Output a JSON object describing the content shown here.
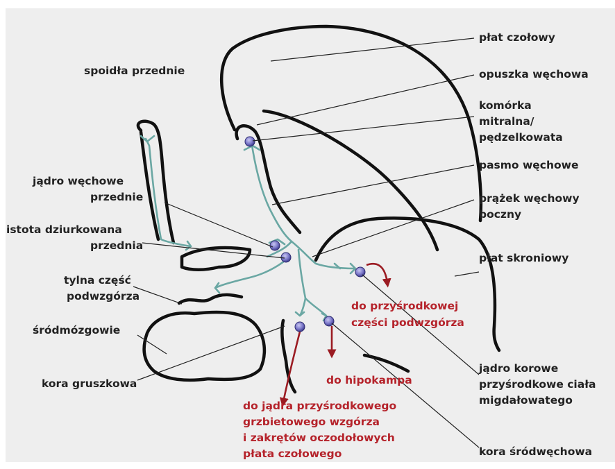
{
  "labels": {
    "spoidla": "spoidła przednie",
    "plat_czolowy": "płat czołowy",
    "opuszka": "opuszka węchowa",
    "komorka_1": "komórka",
    "komorka_2": "mitralna/",
    "komorka_3": "pędzelkowata",
    "pasmo": "pasmo węchowe",
    "jadro_wech_1": "jądro węchowe",
    "jadro_wech_2": "przednie",
    "prazek_1": "prążek węchowy",
    "prazek_2": "boczny",
    "istota_1": "istota dziurkowana",
    "istota_2": "przednia",
    "plat_skroniowy": "płat skroniowy",
    "tylna_1": "tylna część",
    "tylna_2": "podwzgórza",
    "srodmozgowie": "śródmózgowie",
    "kora_gruszkowa": "kora gruszkowa",
    "jadro_korowe_1": "jądro korowe",
    "jadro_korowe_2": "przyśrodkowe ciała",
    "jadro_korowe_3": "migdałowatego",
    "kora_srodwechowa": "kora śródwęchowa"
  },
  "targets": {
    "podwzgorze_1": "do przyśrodkowej",
    "podwzgorze_2": "części podwzgórza",
    "hipokamp": "do hipokampa",
    "wzgorze_1": "do jądra przyśrodkowego",
    "wzgorze_2": "grzbietowego wzgórza",
    "wzgorze_3": "i zakrętów oczodołowych",
    "wzgorze_4": "płata czołowego"
  },
  "colors": {
    "background": "#eeeeee",
    "pathway": "#6aa7a3",
    "arrow": "#9b1b22",
    "target_text": "#b5232b",
    "neuron": "#7b78c9"
  }
}
